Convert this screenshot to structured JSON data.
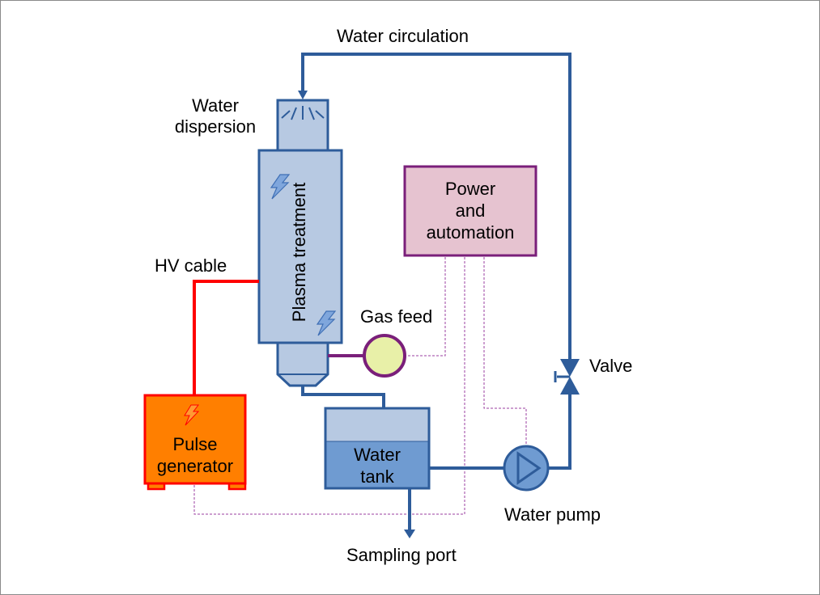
{
  "labels": {
    "water_circulation": "Water circulation",
    "water_dispersion": [
      "Water",
      "dispersion"
    ],
    "plasma_treatment": "Plasma treatment",
    "hv_cable": "HV cable",
    "power_automation": [
      "Power",
      "and",
      "automation"
    ],
    "gas_feed": "Gas feed",
    "valve": "Valve",
    "pulse_generator": [
      "Pulse",
      "generator"
    ],
    "water_tank": [
      "Water",
      "tank"
    ],
    "water_pump": "Water pump",
    "sampling_port": "Sampling port"
  },
  "colors": {
    "pipe": "#2e5c9a",
    "column_fill": "#b7c9e2",
    "tank_water": "#6f9bd1",
    "hv_cable": "#ff0000",
    "pulse_fill": "#ff7f00",
    "power_fill": "#e6c3d0",
    "power_border": "#7a1f7a",
    "gas_fill": "#e8f0a8",
    "signal_line": "#9b3fa0"
  },
  "icons": [
    "lightning-icon",
    "spray-icon",
    "pump-arrow-icon",
    "valve-icon"
  ]
}
